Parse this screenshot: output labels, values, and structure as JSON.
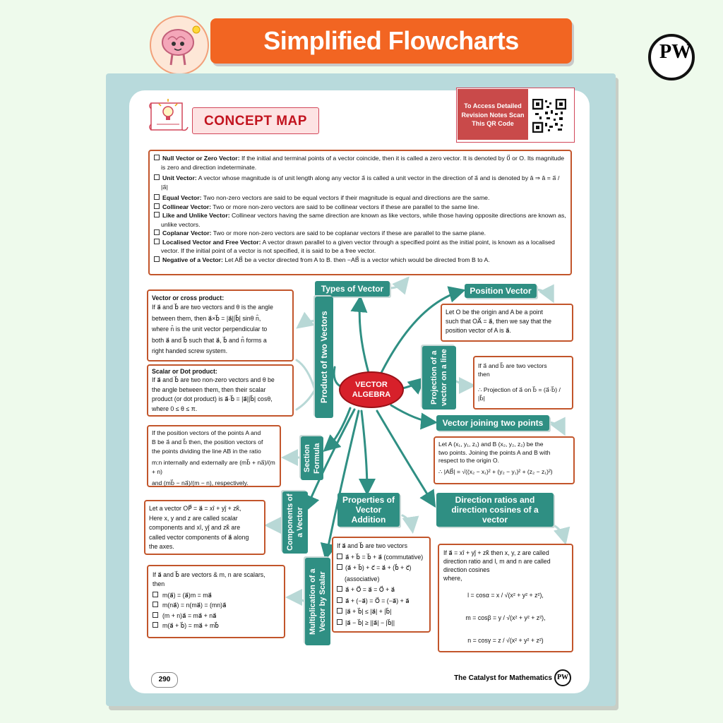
{
  "header": {
    "title": "Simplified Flowcharts"
  },
  "page": {
    "concept_map_title": "CONCEPT MAP",
    "qr_prompt": "To Access Detailed Revision Notes Scan This QR Code",
    "page_number": "290",
    "footer": "The Catalyst for Mathematics",
    "logo_text": "PW"
  },
  "definitions": [
    {
      "term": "Null Vector or Zero Vector:",
      "text": " If the initial and terminal points of a vector coincide, then it is called a zero vector. It is denoted by 0⃗ or O. Its magnitude is zero and direction indeterminate."
    },
    {
      "term": "Unit Vector:",
      "text": " A vector whose magnitude is of unit length along any vector a⃗ is called a unit vector in the direction of a⃗ and is denoted by â ⇒ â = a⃗ / |a⃗|"
    },
    {
      "term": "Equal Vector:",
      "text": " Two non-zero vectors are said to be equal vectors if their magnitude is equal and directions are the same."
    },
    {
      "term": "Collinear Vector:",
      "text": " Two or more non-zero vectors are said to be collinear vectors if these are parallel to the same line."
    },
    {
      "term": "Like and Unlike Vector:",
      "text": " Collinear vectors having the same direction are known as like vectors, while those having opposite directions are known as, unlike vectors."
    },
    {
      "term": "Coplanar Vector:",
      "text": " Two or more non-zero vectors are said to be coplanar vectors if these are parallel to the same plane."
    },
    {
      "term": "Localised Vector and Free Vector:",
      "text": " A vector drawn parallel to a given vector through a specified point as the initial point, is known as a localised vector. If the initial point of a vector is not specified, it is said to be a free vector."
    },
    {
      "term": "Negative of a Vector:",
      "text": " Let AB⃗ be a vector directed from A to B. then −AB⃗ is a vector which would be directed from B to A."
    }
  ],
  "center": {
    "line1": "VECTOR",
    "line2": "ALGEBRA"
  },
  "nodes": {
    "types": "Types of Vector",
    "position": "Position Vector",
    "product": "Product of two Vectors",
    "projection": "Projection of a vector on a line",
    "joining": "Vector joining two points",
    "section": "Section Formula",
    "components": "Components of a Vector",
    "properties": "Properties of Vector Addition",
    "direction": "Direction ratios and direction cosines of a vector",
    "multiplication": "Multiplication of a Vector by Scalar"
  },
  "boxes": {
    "cross": {
      "title": "Vector or cross product:",
      "l1": "If a⃗ and b⃗ are two vectors and θ is the angle",
      "l2": "between   them,   then   a⃗×b⃗ = |a⃗||b⃗| sinθ n̂,",
      "l3": "where n̂ is the unit vector perpendicular to",
      "l4": "both  a⃗ and b⃗  such  that  a⃗, b⃗ and n̂  forms  a",
      "l5": "right handed screw system."
    },
    "dot": {
      "title": "Scalar or Dot product:",
      "l1": "If a⃗ and b⃗ are two non-zero vectors and θ be",
      "l2": "the angle between them, then their scalar",
      "l3": "product (or dot product) is a⃗·b⃗ = |a⃗||b⃗| cosθ,",
      "l4": "where 0 ≤ θ ≤ π."
    },
    "position": {
      "l1": "Let O be the origin and A be a point",
      "l2": "such that OA⃗ = a⃗, then we say that the",
      "l3": "position vector of A is a⃗."
    },
    "projection": {
      "l1": "If a⃗ and b⃗ are two vectors",
      "l2": "then",
      "l3": "∴ Projection of a⃗ on b⃗ = (a⃗·b⃗) / |b⃗|"
    },
    "section": {
      "l1": "If the position vectors of the points A and",
      "l2": "B be a⃗ and b⃗ then, the position vectors of",
      "l3": "the points dividing the line AB in the ratio",
      "l4": "m:n internally and externally are (mb⃗ + na⃗)/(m + n)",
      "l5": "and (mb⃗ − na⃗)/(m − n), respectively."
    },
    "joining": {
      "l1": "Let A (x₁, y₁, z₁) and B (x₂, y₂, z₂) be the",
      "l2": "two points. Joining the points A and B with",
      "l3": "respect to the origin O.",
      "l4": "∴ |AB⃗| = √((x₂ − x₁)² + (y₂ − y₁)² + (z₂ − z₁)²)"
    },
    "components": {
      "l1": "Let  a  vector  OP⃗ = a⃗ = xî + yĵ + zk̂,",
      "l2": "Here  x,  y  and  z  are  called  scalar",
      "l3": "components  and  xî, yĵ  and  zk̂  are",
      "l4": "called vector components of a⃗ along",
      "l5": "the axes."
    },
    "properties": {
      "intro": "If a⃗ and b⃗ are two vectors",
      "items": [
        "a⃗ + b⃗ = b⃗ + a⃗ (commutative)",
        "(a⃗ + b⃗) + c⃗ = a⃗ + (b⃗ + c⃗)",
        "(associative)",
        "a⃗ + O⃗ = a⃗ = O⃗ + a⃗",
        "a⃗ + (−a⃗) = O⃗ = (−a⃗) + a⃗",
        "|a⃗ + b⃗| ≤ |a⃗| + |b⃗|",
        "|a⃗ − b⃗| ≥ ||a⃗| − |b⃗||"
      ]
    },
    "direction": {
      "l1": "If a⃗ = xî + yĵ + zk̂ then x, y, z are called",
      "l2": "direction ratio and  l, m and n are called",
      "l3": "direction cosines",
      "l4": "where,",
      "f1": "l = cosα = x / √(x² + y² + z²),",
      "f2": "m = cosβ = y / √(x² + y² + z²),",
      "f3": "n = cosγ = z / √(x² + y² + z²)"
    },
    "multiplication": {
      "l1": "If  a⃗ and b⃗ are vectors & m, n are scalars,",
      "l2": "then",
      "items": [
        "m(a⃗) = (a⃗)m = ma⃗",
        "m(na⃗) = n(ma⃗) = (mn)a⃗",
        "(m + n)a⃗ = ma⃗ + na⃗",
        "m(a⃗ + b⃗) = ma⃗ + mb⃗"
      ]
    }
  }
}
